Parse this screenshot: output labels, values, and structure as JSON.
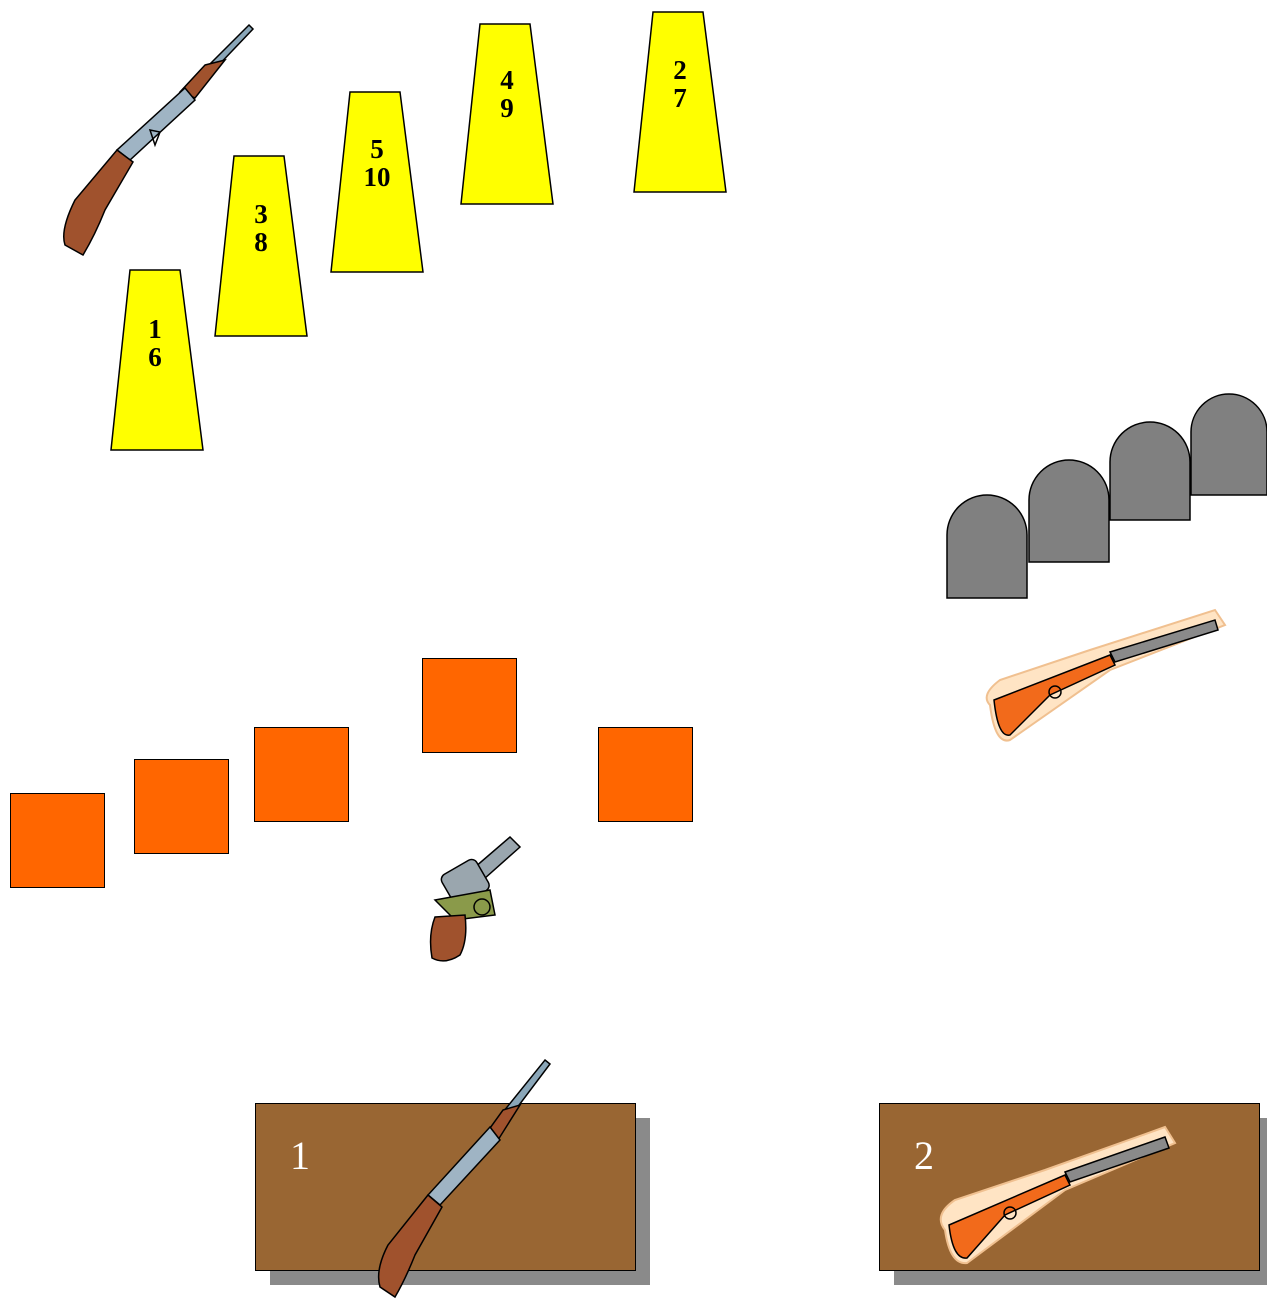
{
  "cones": [
    {
      "id": "cone-1-6",
      "top": "1",
      "bottom": "6"
    },
    {
      "id": "cone-3-8",
      "top": "3",
      "bottom": "8"
    },
    {
      "id": "cone-5-10",
      "top": "5",
      "bottom": "10"
    },
    {
      "id": "cone-4-9",
      "top": "4",
      "bottom": "9"
    },
    {
      "id": "cone-2-7",
      "top": "2",
      "bottom": "7"
    }
  ],
  "stations": [
    {
      "label": "1"
    },
    {
      "label": "2"
    }
  ],
  "colors": {
    "cone": "#ffff00",
    "target": "#ff6600",
    "station": "#996633",
    "tombstone": "#808080"
  },
  "icons": [
    "rifle-icon",
    "shotgun-icon",
    "revolver-icon"
  ]
}
